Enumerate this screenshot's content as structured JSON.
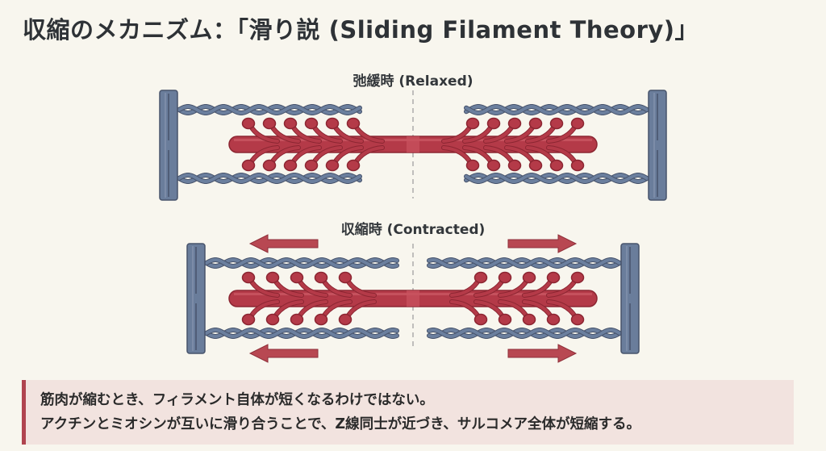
{
  "title": "収縮のメカニズム：「滑り説 (Sliding Filament Theory)」",
  "states": {
    "relaxed": {
      "label": "弛緩時 (Relaxed)"
    },
    "contracted": {
      "label": "収縮時 (Contracted)"
    }
  },
  "components": {
    "z_line": "z-disc",
    "actin": "thin-filament",
    "myosin": "thick-filament",
    "m_line": "center-dashed-line",
    "arrows": "sliding-direction-arrows"
  },
  "colors": {
    "background": "#f8f6ee",
    "actin": "#6b7f9e",
    "actin_dark": "#47536b",
    "myosin": "#b43a48",
    "myosin_dark": "#8c2632",
    "z_disc": "#6a7d9b",
    "arrow": "#b84852",
    "note_bg": "#f2e3df",
    "note_border": "#b0444f"
  },
  "note": {
    "line1": "筋肉が縮むとき、フィラメント自体が短くなるわけではない。",
    "line2": "アクチンとミオシンが互いに滑り合うことで、Z線同士が近づき、サルコメア全体が短縮する。"
  }
}
